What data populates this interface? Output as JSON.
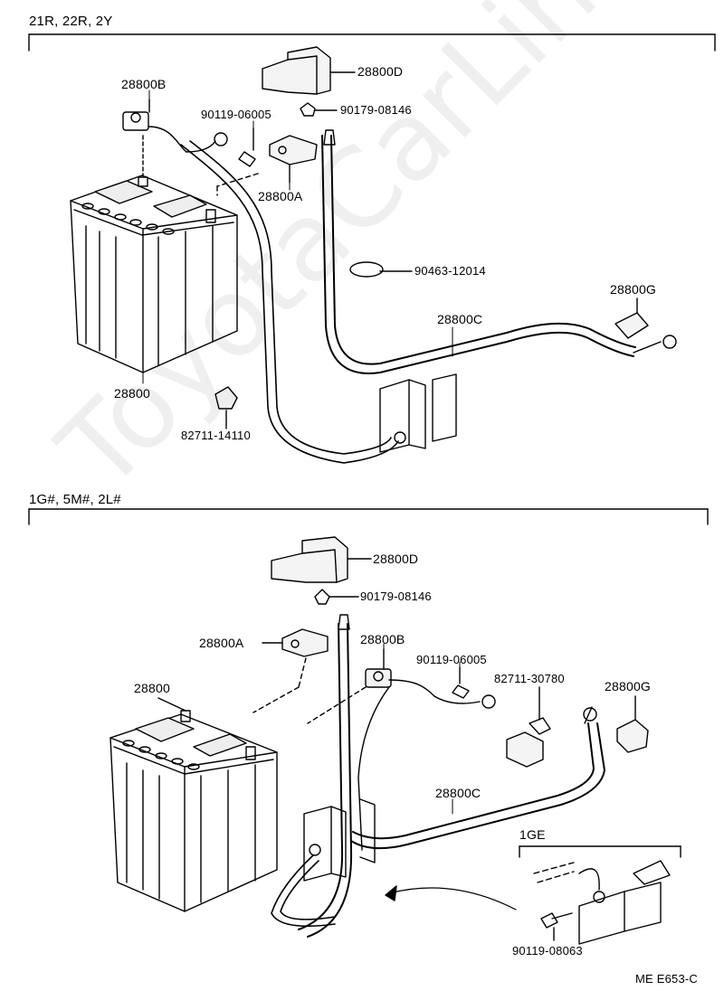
{
  "sections": [
    {
      "header": "21R, 22R, 2Y",
      "labels": {
        "bracket_cover": "28800D",
        "positive_terminal": "28800B",
        "bolt": "90119-06005",
        "nut": "90179-08146",
        "negative_terminal": "28800A",
        "clamp": "90463-12014",
        "terminal_g": "28800G",
        "cable": "28800C",
        "battery": "28800",
        "holder": "82711-14110"
      }
    },
    {
      "header": "1G#, 5M#, 2L#",
      "labels": {
        "bracket_cover": "28800D",
        "nut": "90179-08146",
        "negative_terminal": "28800A",
        "positive_terminal": "28800B",
        "bolt": "90119-06005",
        "holder": "82711-30780",
        "battery": "28800",
        "terminal_g": "28800G",
        "cable": "28800C",
        "inset_title": "1GE",
        "inset_bolt": "90119-08063"
      }
    }
  ],
  "footer_code": "ME E653-C",
  "watermark": "ToyotaCarLine.ru"
}
